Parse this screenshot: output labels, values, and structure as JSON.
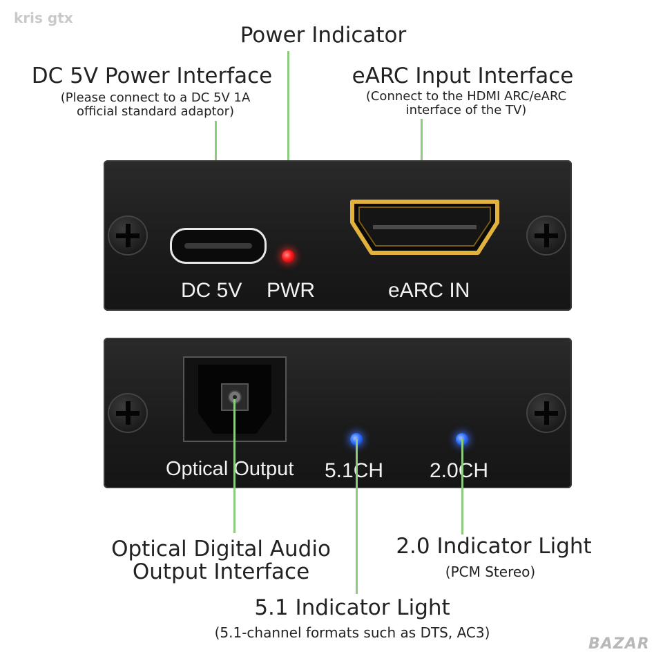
{
  "watermark_top": "kris gtx",
  "watermark_bottom": "BAZAR",
  "top_callouts": {
    "power_indicator": "Power Indicator",
    "dc_title": "DC 5V Power Interface",
    "dc_note_line1": "(Please connect to a DC 5V 1A",
    "dc_note_line2": "official standard adaptor)",
    "earc_title": "eARC Input Interface",
    "earc_note_line1": "(Connect to the HDMI ARC/eARC",
    "earc_note_line2": "interface of the TV)"
  },
  "top_panel": {
    "dc_label": "DC 5V",
    "pwr_label": "PWR",
    "earc_label": "eARC IN"
  },
  "bottom_panel": {
    "optical_label": "Optical Output",
    "ch51_label": "5.1CH",
    "ch20_label": "2.0CH"
  },
  "bottom_callouts": {
    "optical_line1": "Optical Digital Audio",
    "optical_line2": "Output Interface",
    "ind20_title": "2.0 Indicator Light",
    "ind20_note": "(PCM Stereo)",
    "ind51_title": "5.1 Indicator Light",
    "ind51_note": "(5.1-channel formats such as DTS, AC3)"
  },
  "colors": {
    "leader_line": "#8dcc7e",
    "led_power": "#ff1a1a",
    "led_channel": "#2f6dff",
    "hdmi_gold": "#e3b23c"
  }
}
